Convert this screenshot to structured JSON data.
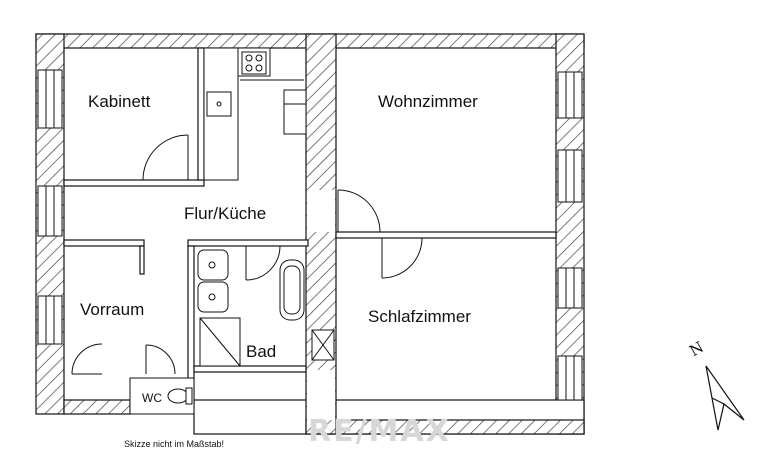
{
  "rooms": {
    "kabinett": "Kabinett",
    "wohnzimmer": "Wohnzimmer",
    "flur_kueche": "Flur/Küche",
    "vorraum": "Vorraum",
    "bad": "Bad",
    "schlafzimmer": "Schlafzimmer",
    "wc": "WC"
  },
  "caption": "Skizze nicht im Maßstab!",
  "watermark": "RE/MAX",
  "compass": {
    "label": "N"
  },
  "colors": {
    "wall": "#111111",
    "hatch": "#444444",
    "watermark": "#d7d7d7"
  }
}
